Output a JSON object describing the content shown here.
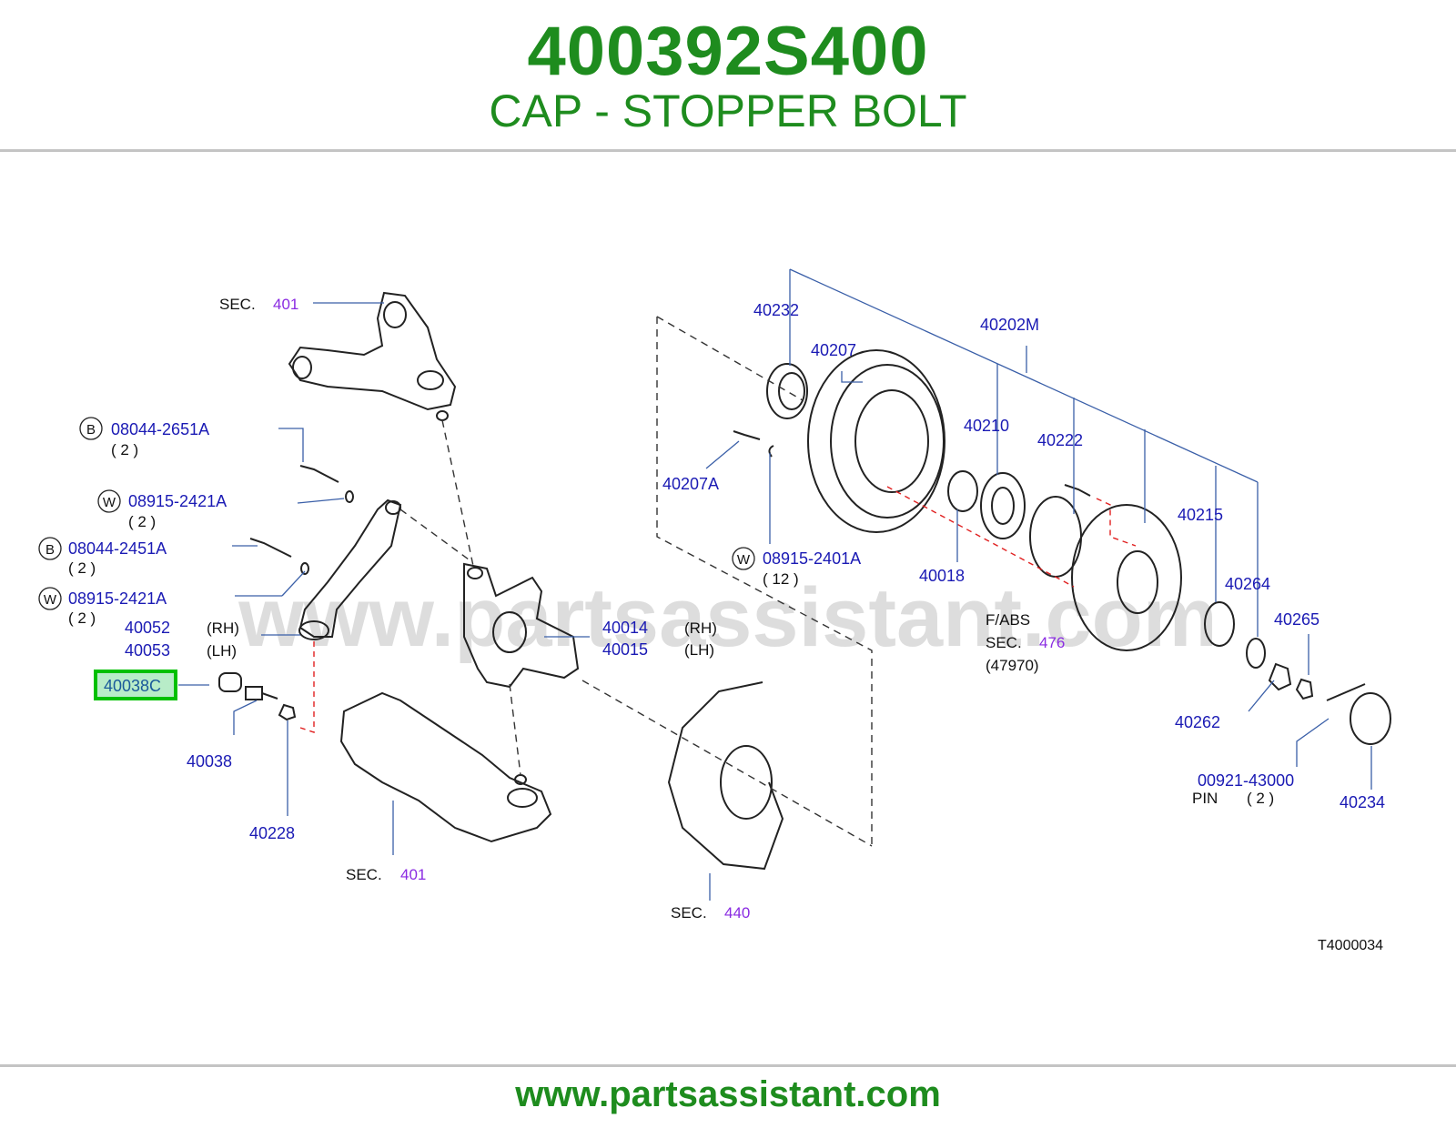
{
  "header": {
    "part_number": "400392S400",
    "part_name": "CAP - STOPPER BOLT"
  },
  "diagram": {
    "watermark": "www.partsassistant.com",
    "diagram_code": "T4000034",
    "highlighted_part": "40038C",
    "sec_label": "SEC.",
    "sections": {
      "upper_arm": "401",
      "lower_arm": "401",
      "backing_plate": "440",
      "abs": "476"
    },
    "fabs_label": "F/ABS",
    "fabs_code": "(47970)",
    "pin_label": "PIN",
    "badges": {
      "b": "B",
      "w": "W"
    },
    "parts": {
      "p08044_2651A": "08044-2651A",
      "p08915_2421A_a": "08915-2421A",
      "p08044_2451A": "08044-2451A",
      "p08915_2421A_b": "08915-2421A",
      "p40052": "40052",
      "p40053": "40053",
      "p40038": "40038",
      "p40228": "40228",
      "p40014": "40014",
      "p40015": "40015",
      "p40232": "40232",
      "p40207": "40207",
      "p40202M": "40202M",
      "p40207A": "40207A",
      "p08915_2401A": "08915-2401A",
      "p40210": "40210",
      "p40222": "40222",
      "p40018": "40018",
      "p40215": "40215",
      "p40264": "40264",
      "p40265": "40265",
      "p40262": "40262",
      "p00921_43000": "00921-43000",
      "p40234": "40234"
    },
    "quantities": {
      "q2_a": "( 2 )",
      "q2_b": "( 2 )",
      "q2_c": "( 2 )",
      "q2_d": "( 2 )",
      "q12": "( 12 )",
      "q2_pin": "( 2 )"
    },
    "sides": {
      "rh_a": "(RH)",
      "lh_a": "(LH)",
      "rh_b": "(RH)",
      "lh_b": "(LH)"
    }
  },
  "footer": {
    "url": "www.partsassistant.com"
  },
  "colors": {
    "brand_green": "#1e8c1e",
    "part_link": "#1a1ab4",
    "section_link": "#8a2be2",
    "leader_line": "#3a5fa8",
    "highlight": "#00c000"
  }
}
